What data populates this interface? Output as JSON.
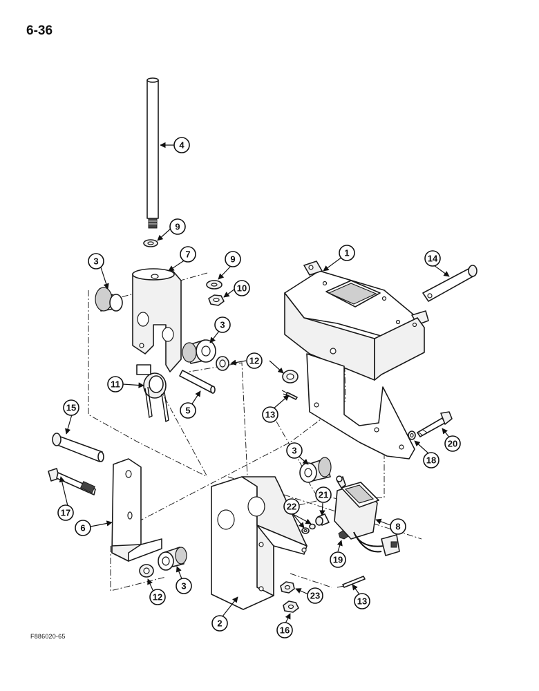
{
  "page_number": "6-36",
  "figure_code": "F886020-65",
  "callouts": [
    "1",
    "2",
    "3",
    "4",
    "5",
    "6",
    "7",
    "8",
    "9",
    "10",
    "11",
    "12",
    "13",
    "14",
    "15",
    "16",
    "17",
    "18",
    "19",
    "20",
    "21",
    "22",
    "23"
  ]
}
